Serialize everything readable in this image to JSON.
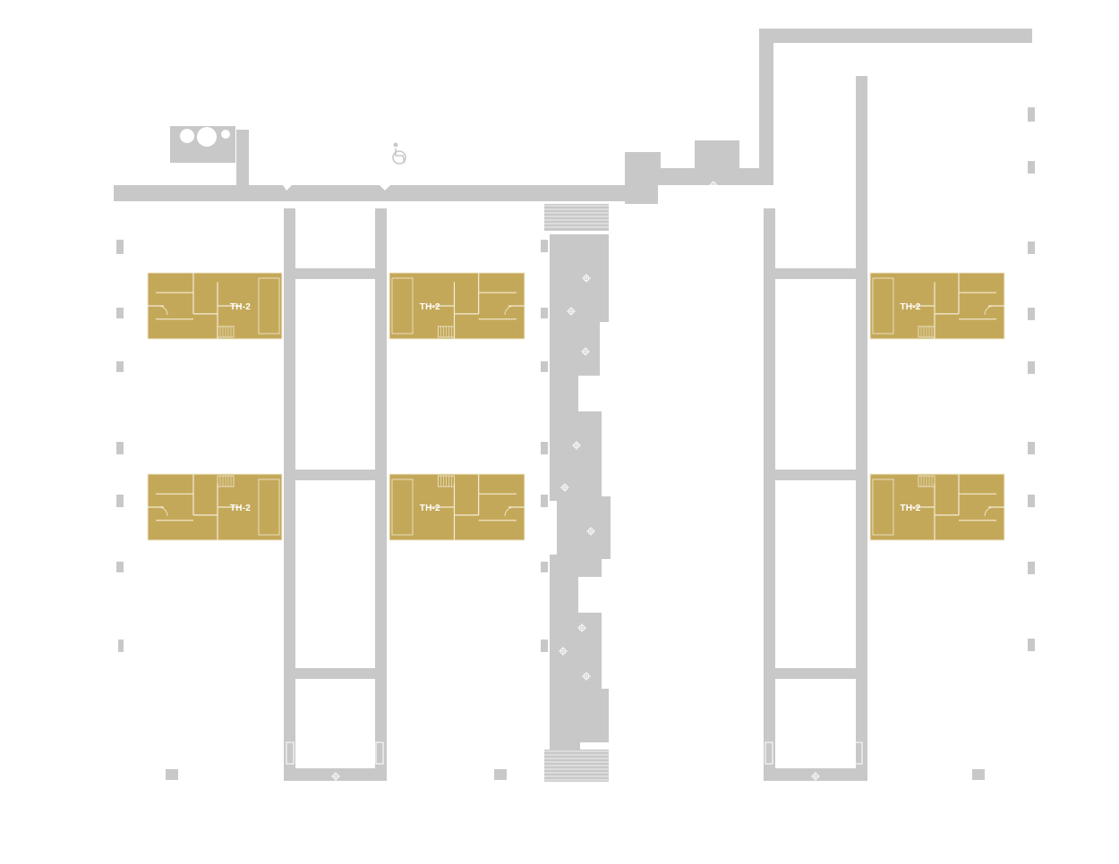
{
  "colors": {
    "background": "#ffffff",
    "structure": "#c8c8c8",
    "unit_fill": "#c4a85a",
    "unit_stroke": "#f3ecd6",
    "unit_label": "#ffffff"
  },
  "icons": {
    "accessible": "wheelchair-icon",
    "column": "column-marker-icon",
    "tank": "tank-icon"
  },
  "units": [
    {
      "label": "TH-2",
      "variant": "left-facing"
    },
    {
      "label": "TH-2",
      "variant": "right-facing"
    },
    {
      "label": "TH-2",
      "variant": "right-facing"
    },
    {
      "label": "TH-2",
      "variant": "left-facing"
    },
    {
      "label": "TH-2",
      "variant": "right-facing"
    },
    {
      "label": "TH-2",
      "variant": "right-facing"
    }
  ]
}
